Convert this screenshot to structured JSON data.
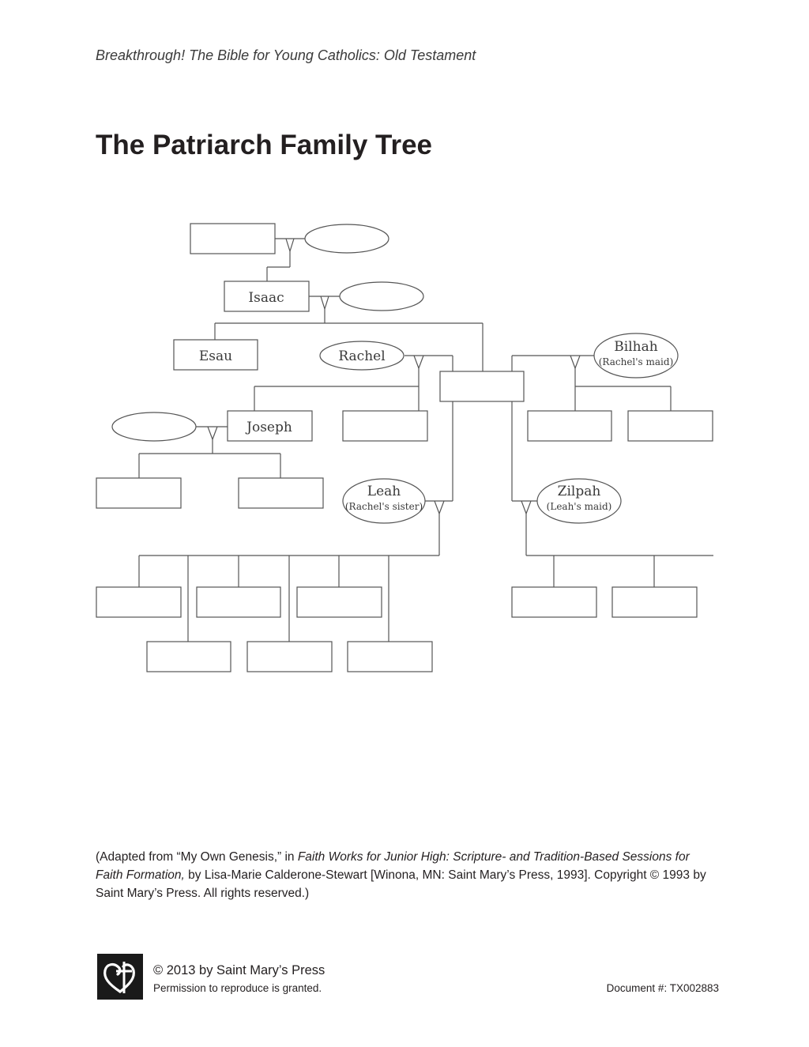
{
  "header": {
    "series_title": "Breakthrough! The Bible for Young Catholics: Old Testament"
  },
  "page": {
    "title": "The Patriarch Family Tree"
  },
  "tree": {
    "isaac": "Isaac",
    "esau": "Esau",
    "rachel": "Rachel",
    "bilhah": {
      "name": "Bilhah",
      "note": "(Rachel's maid)"
    },
    "joseph": "Joseph",
    "leah": {
      "name": "Leah",
      "note": "(Rachel's sister)"
    },
    "zilpah": {
      "name": "Zilpah",
      "note": "(Leah's maid)"
    }
  },
  "citation": {
    "part1": "(Adapted from “My Own Genesis,” in ",
    "book": "Faith Works for Junior High: Scripture- and Tradition-Based Sessions for Faith Formation,",
    "part2": " by Lisa-Marie Calderone-Stewart [Winona, MN: Saint Mary’s Press, 1993]. Copyright © 1993 by Saint Mary’s Press. All rights reserved.)"
  },
  "footer": {
    "copyright": "© 2013 by Saint Mary’s Press",
    "permission": "Permission to reproduce is granted.",
    "document_number": "Document #: TX002883",
    "logo_icon": "heart-cross-logo-icon"
  }
}
